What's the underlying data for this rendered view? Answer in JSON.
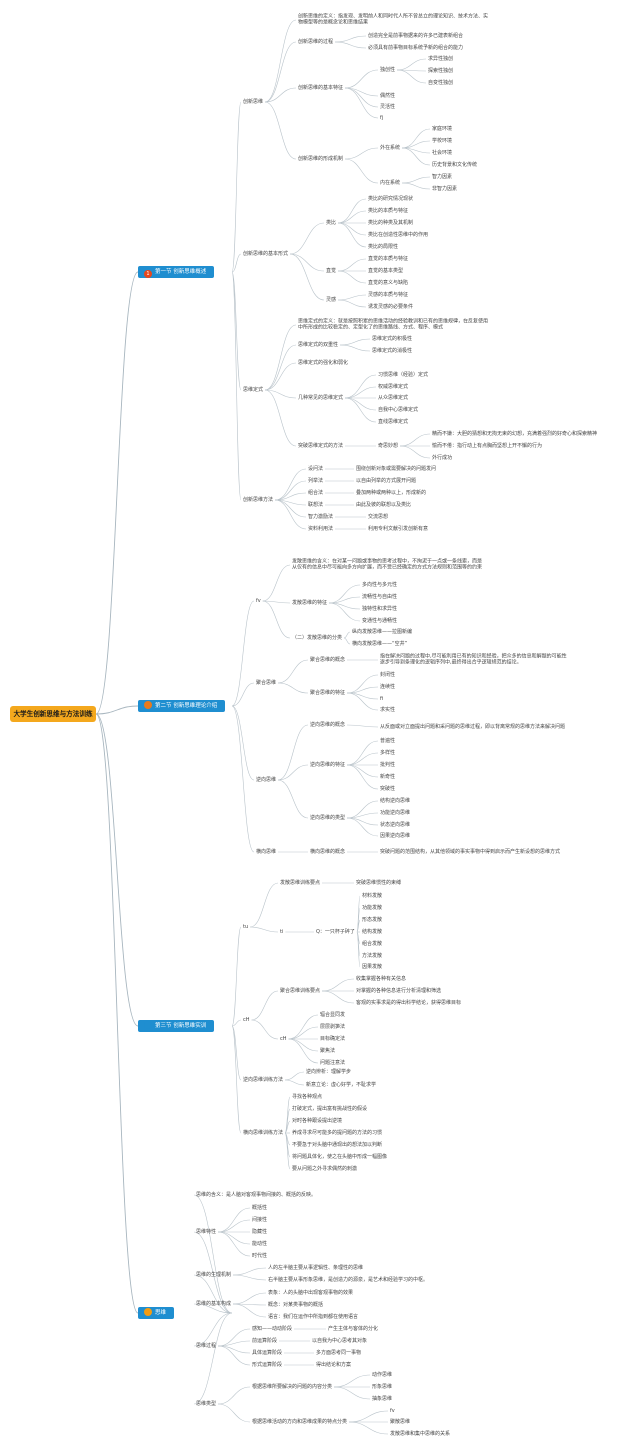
{
  "root": "大学生创新思维与方法训练",
  "sections": {
    "s1": {
      "label": "第一节 创新思维概述",
      "badge": "1",
      "badge_color": "#e8471c"
    },
    "s2": {
      "label": "第二节 创新思维理论介绍",
      "badge": "",
      "badge_color": "#e87a1c"
    },
    "s3": {
      "label": "第三节 创新思维实训",
      "badge": "",
      "badge_color": "#1f8ed0"
    },
    "s4": {
      "label": "思维",
      "badge": "",
      "badge_color": "#f39c12"
    }
  },
  "colors": {
    "accent": "#f4a81d",
    "section": "#1f8ed0",
    "line": "#b9c3ca"
  },
  "texts": [
    "创新思维",
    "创新思维的定义：指发现、发明前人和同时代人所不曾总立的理论知识、技术方法、实物模型等的是概念论和思维结果",
    "创新思维的过程",
    "创造完全是前事物据来的许多已建表新组合",
    "必须具有前事物目标系统予新的组合的能力",
    "创新思维的基本特征",
    "独创性",
    "求异性独创",
    "探索性独创",
    "自变性独创",
    "偶然性",
    "灵活性",
    "fj",
    "创新思维的形成机制",
    "外在系统",
    "家庭环境",
    "学校环境",
    "社会环境",
    "历史背景和文化传统",
    "内在系统",
    "智力因素",
    "非智力因素",
    "创新思维的基本形式",
    "类比",
    "类比的研究情况现状",
    "类比的本质与特征",
    "类比的种类及其机制",
    "类比在创造性思维中的作用",
    "类比的局限性",
    "直觉",
    "直觉的本质与特征",
    "直觉的基本类型",
    "直觉的意义与缺陷",
    "灵感",
    "灵感的本质与特征",
    "诱发灵感的必要条件",
    "思维定式",
    "思维定式的定义：就是按照积累的思维活动的经验教训和已有的思维规律，在反复使用中所形成的比较稳定的、定型化了的思维路线、方式、程序、模式",
    "思维定式的双重性",
    "思维定式的积极性",
    "思维定式的消极性",
    "思维定式的强化和弱化",
    "几种常见的思维定式",
    "习惯思维（经验）定式",
    "权威思维定式",
    "从众思维定式",
    "自我中心思维定式",
    "直线思维定式",
    "突破思维定式的方法",
    "奇思妙想",
    "精而不嫌：大胆的猜想和无拘无束的幻想，充满着强烈的好奇心和探索精神",
    "愉而不倦：指行动上有点胸而坚想上开不懈的行为",
    "外行成功",
    "创新思维方法",
    "设问法",
    "围绕创新对象或需要解决的问题发问",
    "列举法",
    "以自由列举的方式展开问题",
    "组合法",
    "叠加两种或两种以上，形成新的",
    "联想法",
    "由此及彼的联想以及类比",
    "智力激励法",
    "交流思想",
    "资料利用法",
    "利用专利文献引发创新有意",
    "fv",
    "发散思维的含义：在对某一问题或事物的思考过程中，不拘泥于一点或一条线索，而是从仅有的信息中尽可能向多方向扩展，而不受已经确定的方式方法规则和范围等的约束",
    "发散思维的特征",
    "多向性与多元性",
    "流畅性与自由性",
    "独特性和求异性",
    "变通性与通畅性",
    "（二）发散思维的分类",
    "纵向发散思维——拉图新编",
    "横向发散思维——“空井”",
    "聚合思维",
    "聚合思维的概念",
    "指在解决问题的过程中,尽可能利用已有的知识和经验，把众多的信息和解题的可能性逐步引导到条理化的逻辑序列中,最终得出合乎逻辑规范的结论。",
    "聚合思维的特征",
    "封闭性",
    "连续性",
    "fi",
    "求实性",
    "逆向思维",
    "逆向思维的概念",
    "从反面或对立面提出问题和采问题的思维过程，即以背离常规的思维方法来解决问题",
    "逆向思维的特征",
    "普遍性",
    "多样性",
    "批判性",
    "新奇性",
    "突破性",
    "逆向思维的类型",
    "结构逆向思维",
    "功能逆向思维",
    "状态逆向思维",
    "因果逆向思维",
    "横向思维",
    "横向思维的概念",
    "突破问题的范围结构，从其他领域的事实事物中得到启示而产生新设想的思维方式",
    "tu",
    "发散思维训练要点",
    "突破思维惯性的束缚",
    "ti",
    "Q：一只杯子碎了",
    "材料发散",
    "功能发散",
    "形态发散",
    "结构发散",
    "组合发散",
    "方法发散",
    "因果发散",
    "cH",
    "聚合思维训练要点",
    "收集掌握各种有关信息",
    "对掌握的各种信息进行分析清理和筛选",
    "客观的实事求是的得出科学结论，获得思维目标",
    "cH",
    "辐合显同发",
    "层层剥笋法",
    "目标确定法",
    "聚焦法",
    "问题注意法",
    "逆向思维训练方法",
    "逆向辨析：理解学步",
    "新意立论：虚心好学，不耻求学",
    "横向思维训练方法",
    "寻找各种观点",
    "打破定式，提出富有挑战性的假设",
    "对时各种跟设提出逆境",
    "养成寻求尽可能多的提问题的方法的习惯",
    "不要急于对头脑中通现出的想法加以判断",
    "将问题具体化，使之在头脑中形成一幅图像",
    "要从问题之外寻求偶然的刺激",
    "思维的含义：是人脑对客观事物间接的、概括的反映。",
    "思维特性",
    "概括性",
    "间接性",
    "隐藏性",
    "能动性",
    "时代性",
    "思维的生理机制",
    "人的左半脑主要从事逻辑性、条理性的思维",
    "右半脑主要从事形象思维，是创造力的源泉，是艺术和经验学习的中枢。",
    "思维的基本构成",
    "表象：人的头脑中出现客观事物的效果",
    "概念：对某类事物的概括",
    "语言：我们在运作中所指到都在使用语言",
    "思维过程",
    "感知——动动阶段",
    "产生主体与客体的分化",
    "前运算阶段",
    "以自我为中心思考其对象",
    "具体运算阶段",
    "多方面思考同一事物",
    "形式运算阶段",
    "得出结论和方案",
    "思维类型",
    "根据思维所要解决的问题的内容分类",
    "动作思维",
    "形象思维",
    "抽象思维",
    "根据思维活动的方向和思维成果的特点分类",
    "fv",
    "聚散思维",
    "发散思维和集中思维的关系"
  ]
}
